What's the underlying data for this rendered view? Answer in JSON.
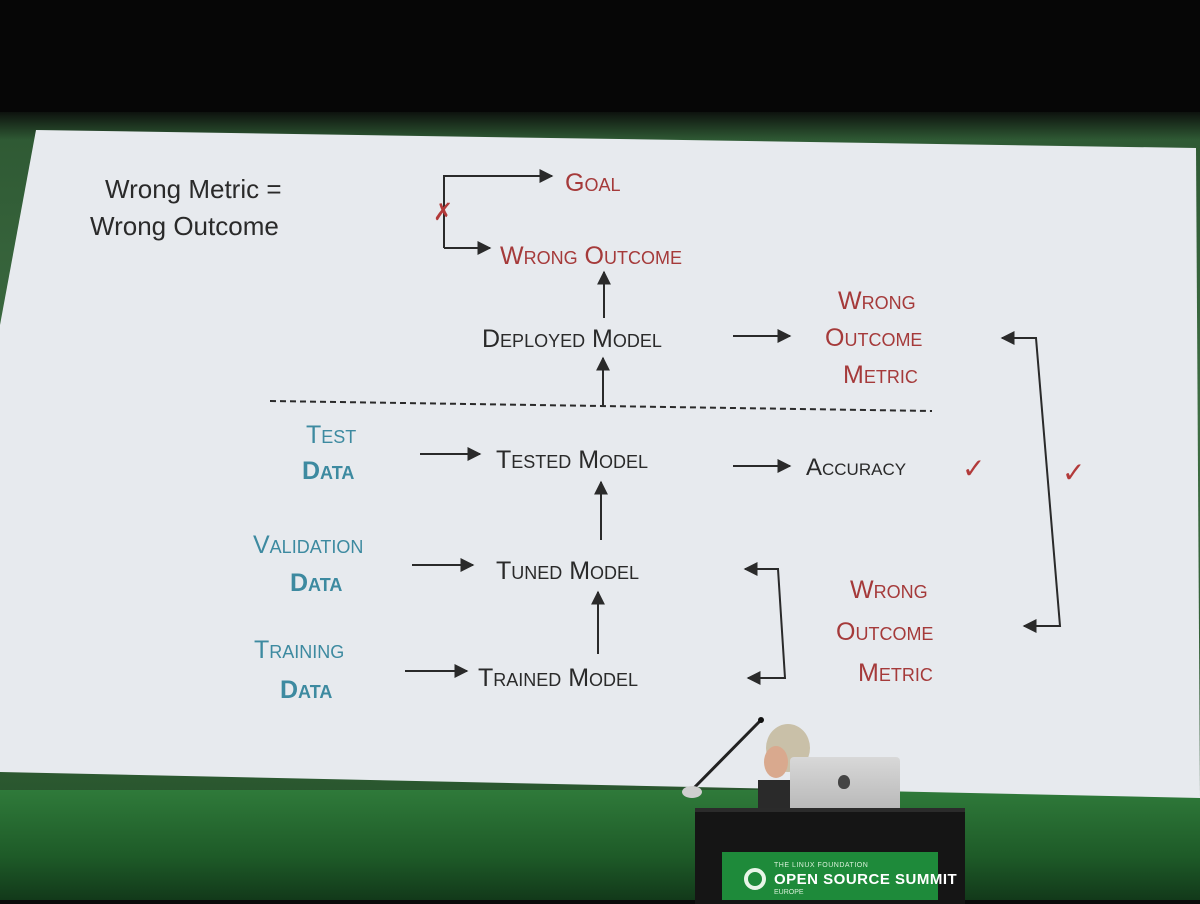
{
  "slide": {
    "title_line1": "Wrong Metric =",
    "title_line2": "Wrong Outcome",
    "goal": "Goal",
    "wrong_outcome": "Wrong Outcome",
    "deployed_model": "Deployed Model",
    "upper_metric": [
      "Wrong",
      "Outcome",
      "Metric"
    ],
    "test_data": [
      "Test",
      "Data"
    ],
    "tested_model": "Tested Model",
    "accuracy": "Accuracy",
    "check_mark": "✓",
    "cross_mark": "✗",
    "validation_data": [
      "Validation",
      "Data"
    ],
    "tuned_model": "Tuned Model",
    "training_data": [
      "Training",
      "Data"
    ],
    "trained_model": "Trained Model",
    "lower_metric": [
      "Wrong",
      "Outcome",
      "Metric"
    ]
  },
  "lectern_sign": {
    "small_text": "THE LINUX FOUNDATION",
    "main_text": "OPEN SOURCE SUMMIT",
    "region": "EUROPE"
  },
  "colors": {
    "slide_bg": "#e7eaee",
    "dark_text": "#2a2a2a",
    "red_text": "#a53a3a",
    "teal_text": "#3d8aa0",
    "stage_green": "#3f6e43"
  }
}
